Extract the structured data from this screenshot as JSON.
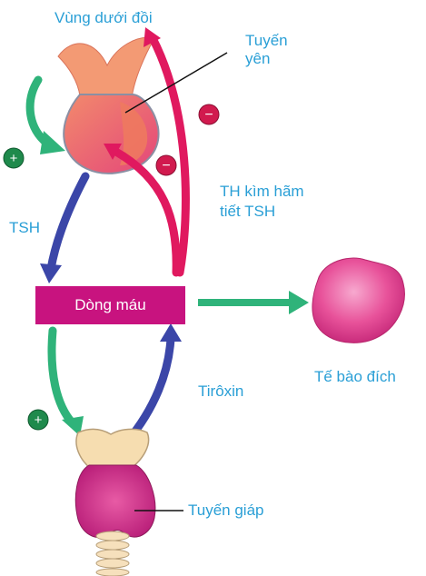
{
  "labels": {
    "hypothalamus": "Vùng dưới đồi",
    "pituitary": "Tuyến\nyên",
    "th_inhibit": "TH kìm hãm\ntiết TSH",
    "tsh": "TSH",
    "blood": "Dòng máu",
    "thyroxin": "Tirôxin",
    "target_cell": "Tế bào đích",
    "thyroid": "Tuyến giáp"
  },
  "signs": {
    "plus": "+",
    "minus": "−"
  },
  "colors": {
    "label_text": "#2a9fd6",
    "blood_bar": "#c8137f",
    "feedback_arrow": "#e0195f",
    "tsh_arrow": "#3b46a8",
    "stimulate_arrow": "#2fb37a",
    "target_cell": "#e8529a"
  }
}
